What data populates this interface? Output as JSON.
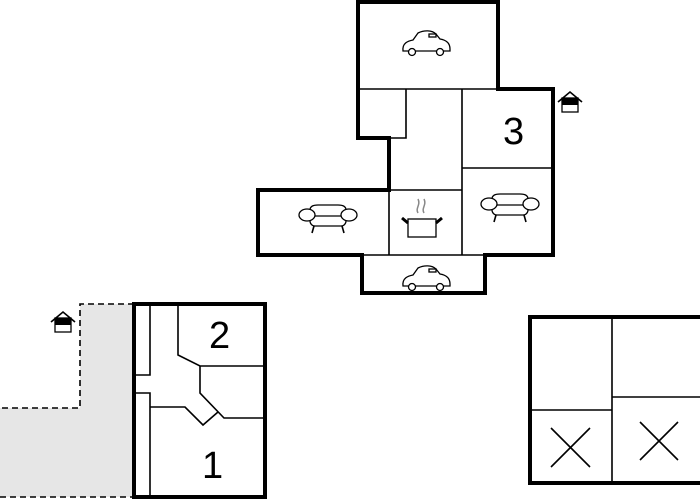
{
  "floorplan": {
    "room_labels": {
      "room1": "1",
      "room2": "2",
      "room3": "3"
    },
    "icons": [
      "car-icon",
      "car-icon",
      "sofa-icon",
      "sofa-icon",
      "kitchen-pot-icon",
      "house-entrance-icon",
      "house-entrance-icon",
      "cross-icon",
      "cross-icon"
    ],
    "colors": {
      "walls": "#000000",
      "terrace_fill": "#e6e6e6",
      "steam": "#888888"
    }
  }
}
